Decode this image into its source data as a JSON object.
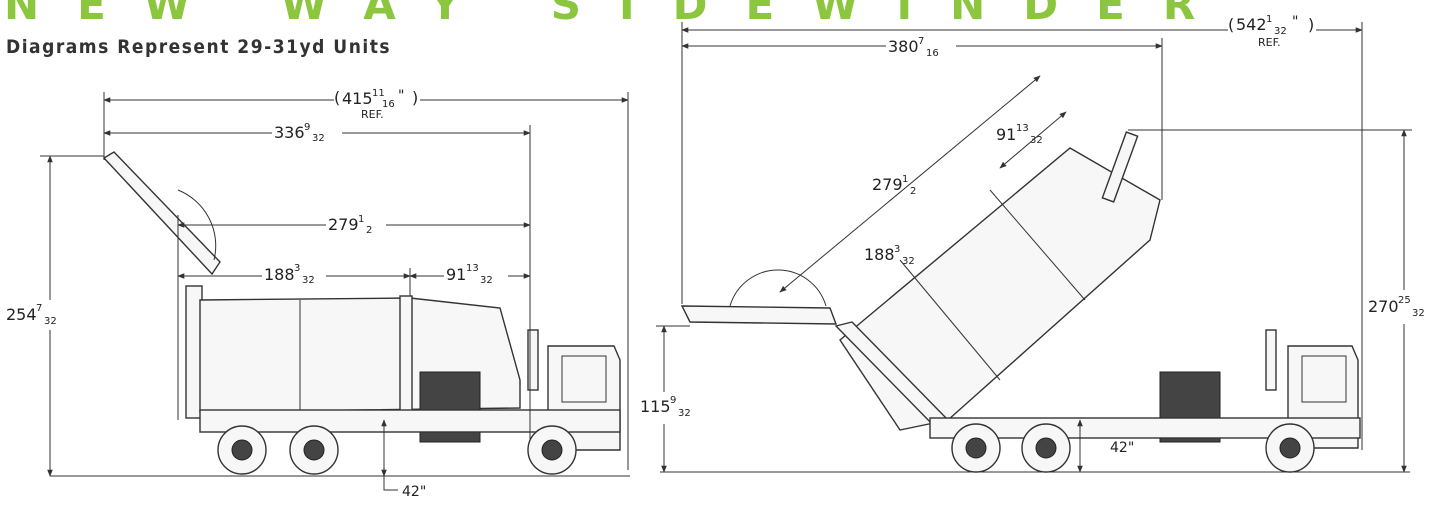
{
  "header": {
    "title": "NEW WAY SIDEWINDER",
    "subtitle": "Diagrams Represent 29-31yd Units"
  },
  "left_truck": {
    "overall": {
      "whole": "415",
      "num": "11",
      "den": "16",
      "ref": "REF."
    },
    "length": {
      "whole": "336",
      "num": "9",
      "den": "32"
    },
    "body": {
      "whole": "279",
      "num": "1",
      "den": "2"
    },
    "hopper": {
      "whole": "188",
      "num": "3",
      "den": "32"
    },
    "cab_section": {
      "whole": "91",
      "num": "13",
      "den": "32"
    },
    "height": {
      "whole": "254",
      "num": "7",
      "den": "32"
    },
    "frame_height": "42\""
  },
  "right_truck": {
    "overall": {
      "whole": "542",
      "num": "1",
      "den": "32",
      "ref": "REF."
    },
    "length": {
      "whole": "380",
      "num": "7",
      "den": "16"
    },
    "body": {
      "whole": "279",
      "num": "1",
      "den": "2"
    },
    "hopper": {
      "whole": "188",
      "num": "3",
      "den": "32"
    },
    "cab_section": {
      "whole": "91",
      "num": "13",
      "den": "32"
    },
    "height": {
      "whole": "270",
      "num": "25",
      "den": "32"
    },
    "tailgate_height": {
      "whole": "115",
      "num": "9",
      "den": "32"
    },
    "frame_height": "42\""
  }
}
